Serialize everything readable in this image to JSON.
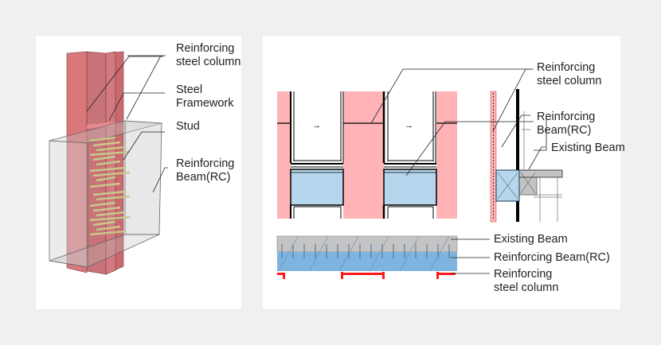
{
  "colors": {
    "background": "#f0f0f0",
    "panel": "#ffffff",
    "steel_column": "#d9777b",
    "steel_column_plan": "#ffb3b6",
    "stud": "#c8c98a",
    "rc_beam_section": "#b5d6ec",
    "rc_beam_plan": "#7db4e0",
    "existing_beam": "#c4c4c4",
    "flange_red": "#ff1a1a",
    "leader": "#222222"
  },
  "left_panel": {
    "labels": {
      "reinforcing_steel_column": [
        "Reinforcing",
        "steel column"
      ],
      "steel_framework": [
        "Steel",
        "Framework"
      ],
      "stud": [
        "Stud"
      ],
      "reinforcing_beam": [
        "Reinforcing",
        "Beam(RC)"
      ]
    }
  },
  "right_panel": {
    "elevation_section_labels": {
      "reinforcing_steel_column": [
        "Reinforcing",
        "steel column"
      ],
      "reinforcing_beam": [
        "Reinforcing",
        "Beam(RC)"
      ],
      "existing_beam": [
        "Existing Beam"
      ]
    },
    "plan_labels": {
      "existing_beam": "Existing Beam",
      "reinforcing_beam": "Reinforcing Beam(RC)",
      "reinforcing_steel_column": [
        "Reinforcing",
        "steel column"
      ]
    },
    "window_arrows": [
      "→",
      "→"
    ]
  }
}
